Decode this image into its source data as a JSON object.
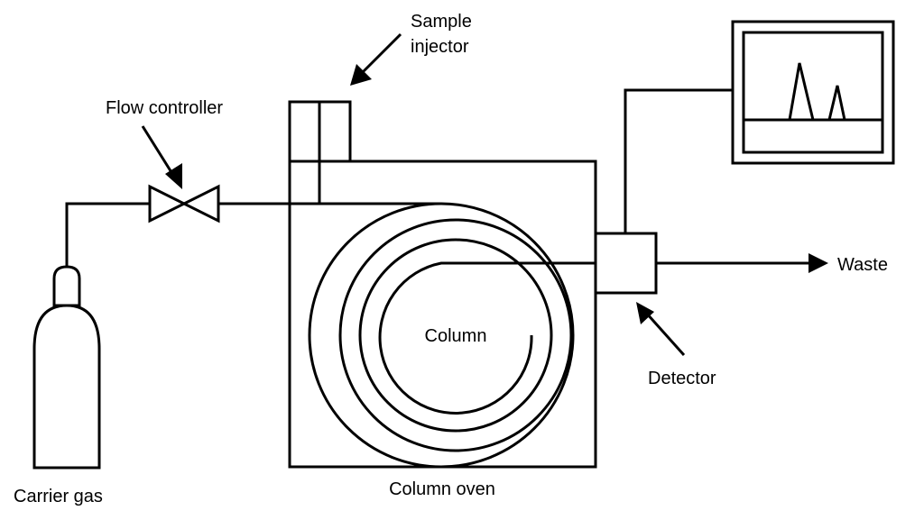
{
  "diagram": {
    "labels": {
      "sample_injector_line1": "Sample",
      "sample_injector_line2": "injector",
      "flow_controller": "Flow controller",
      "waste": "Waste",
      "column": "Column",
      "detector": "Detector",
      "carrier_gas": "Carrier gas",
      "column_oven": "Column oven"
    },
    "components": [
      {
        "name": "carrier-gas-cylinder",
        "label": "Carrier gas"
      },
      {
        "name": "flow-controller-valve",
        "label": "Flow controller"
      },
      {
        "name": "sample-injector",
        "label": "Sample injector"
      },
      {
        "name": "column-oven",
        "label": "Column oven"
      },
      {
        "name": "column-coil",
        "label": "Column"
      },
      {
        "name": "detector",
        "label": "Detector"
      },
      {
        "name": "recorder-display",
        "label": ""
      }
    ],
    "colors": {
      "stroke": "#000000",
      "background": "#ffffff"
    }
  }
}
